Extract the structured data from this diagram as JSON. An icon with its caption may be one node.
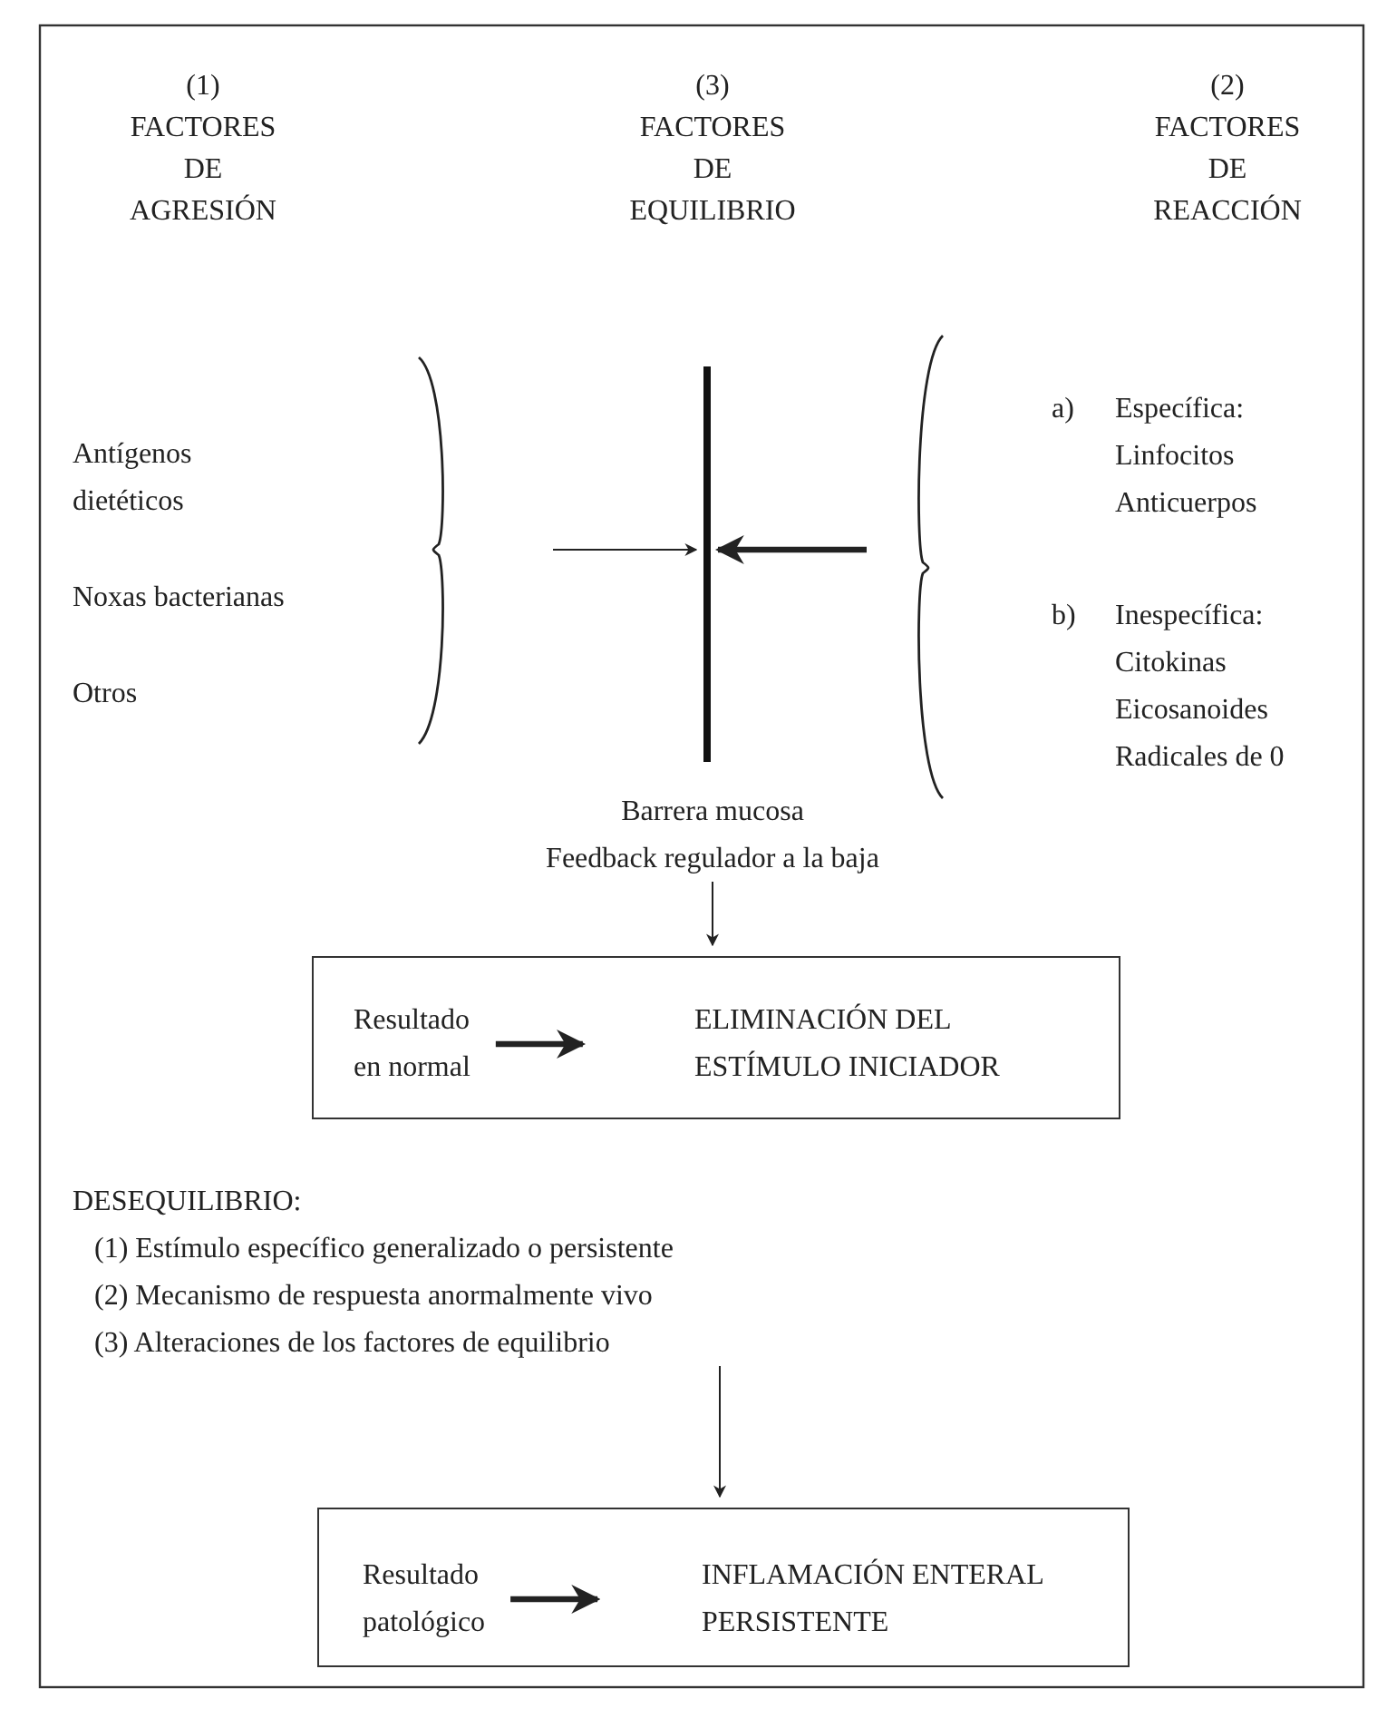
{
  "diagram": {
    "nodes": [
      {
        "text": [],
        "shape": "bar"
      },
      {
        "text": [
          "Barrera mucosa",
          "Feedback regulador a la baja"
        ]
      },
      {
        "text": [],
        "shape": "box"
      },
      {
        "text": [
          "Resultado en normal"
        ],
        "in": 2
      },
      {
        "text": [
          "ELIMINACIÓN DEL ESTÍMULO INICIADOR"
        ],
        "in": 2
      },
      {
        "text": [
          "DESEQUILIBRIO:",
          "(1) Estímulo específico generalizado o persistente",
          "(2) Mecanismo de respuesta anormalmente vivo",
          "(3) Alteraciones de los factores de equilibrio"
        ]
      },
      {
        "text": [],
        "shape": "box"
      },
      {
        "text": [
          "Resultado patológico"
        ],
        "in": 6
      },
      {
        "text": [
          "INFLAMACIÓN ENTERAL PERSISTENTE"
        ],
        "in": 6
      }
    ],
    "edges": [
      {
        "from": null,
        "to": 0,
        "arrow": "to"
      },
      {
        "from": null,
        "to": 0,
        "arrow": "to",
        "style": "thick"
      },
      {
        "from": 1,
        "to": 2,
        "arrow": "to"
      },
      {
        "from": 3,
        "to": 4,
        "arrow": "to",
        "style": "thick"
      },
      {
        "from": 5,
        "to": 6,
        "arrow": "to"
      },
      {
        "from": 7,
        "to": 8,
        "arrow": "to",
        "style": "thick"
      }
    ],
    "labels": [
      "(1) FACTORES DE AGRESIÓN",
      "(3) FACTORES DE EQUILIBRIO",
      "(2) FACTORES DE REACCIÓN",
      "Antígenos dietéticos",
      "Noxas bacterianas",
      "Otros",
      "a)",
      "Específica:",
      "Linfocitos",
      "Anticuerpos",
      "b)",
      "Inespecífica:",
      "Citokinas",
      "Eicosanoides",
      "Radicales de 0"
    ]
  }
}
